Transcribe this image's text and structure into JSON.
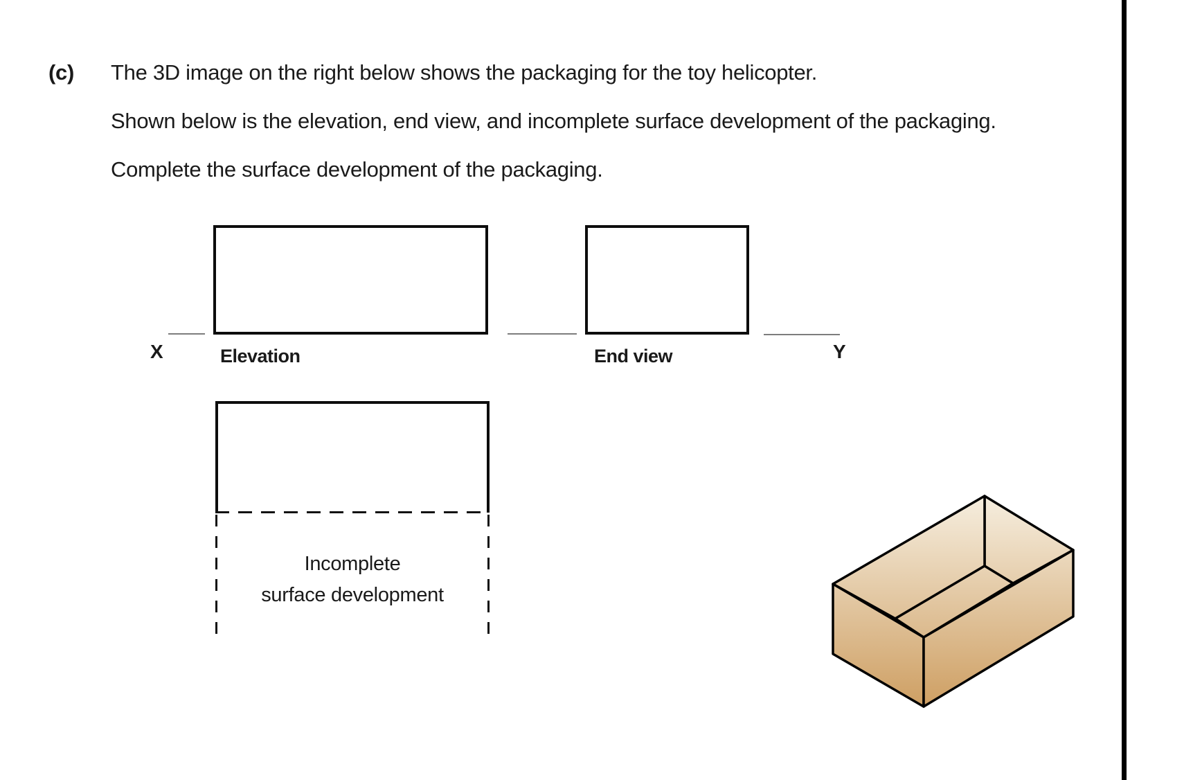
{
  "question": {
    "label": "(c)",
    "lines": [
      "The 3D image on the right below shows the packaging for the toy helicopter.",
      "Shown below is the elevation, end view, and incomplete surface development of the packaging.",
      "Complete the surface development of the packaging."
    ]
  },
  "figure": {
    "x_label": "X",
    "y_label": "Y",
    "elevation_label": "Elevation",
    "end_view_label": "End view",
    "development_caption_line1": "Incomplete",
    "development_caption_line2": "surface development"
  },
  "box3d": {
    "description": "isometric open cardboard box packaging",
    "fill_top": "#F6EEDF",
    "fill_bottom": "#CE9F63",
    "stroke": "#000000"
  },
  "colors": {
    "line_color": "#0d0d0d",
    "ground_line_color": "#7d7d7d",
    "page_border_color": "#000000",
    "background": "#ffffff"
  }
}
